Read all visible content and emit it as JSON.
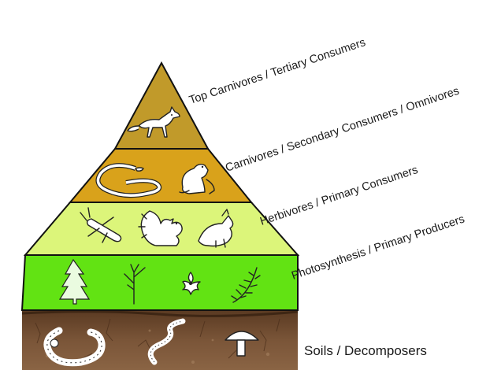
{
  "diagram": {
    "levels": [
      {
        "label": "Top Carnivores / Tertiary Consumers",
        "color": "#c19a2a",
        "organisms": [
          "fox-icon"
        ]
      },
      {
        "label": "Carnivores / Secondary Consumers / Omnivores",
        "color": "#d9a21b",
        "organisms": [
          "snake-icon",
          "frog-icon"
        ]
      },
      {
        "label": "Herbivores / Primary Consumers",
        "color": "#dcf57a",
        "organisms": [
          "beetle-icon",
          "squirrel-icon",
          "bird-icon"
        ]
      },
      {
        "label": "Photosynthesis / Primary Producers",
        "color": "#62e313",
        "organisms": [
          "conifer-tree-icon",
          "shrub-icon",
          "flower-icon",
          "fern-icon"
        ]
      }
    ],
    "soil": {
      "label": "Soils / Decomposers",
      "color": "#6b4a2e",
      "organisms": [
        "grub-icon",
        "earthworm-icon",
        "mushroom-icon"
      ]
    }
  }
}
